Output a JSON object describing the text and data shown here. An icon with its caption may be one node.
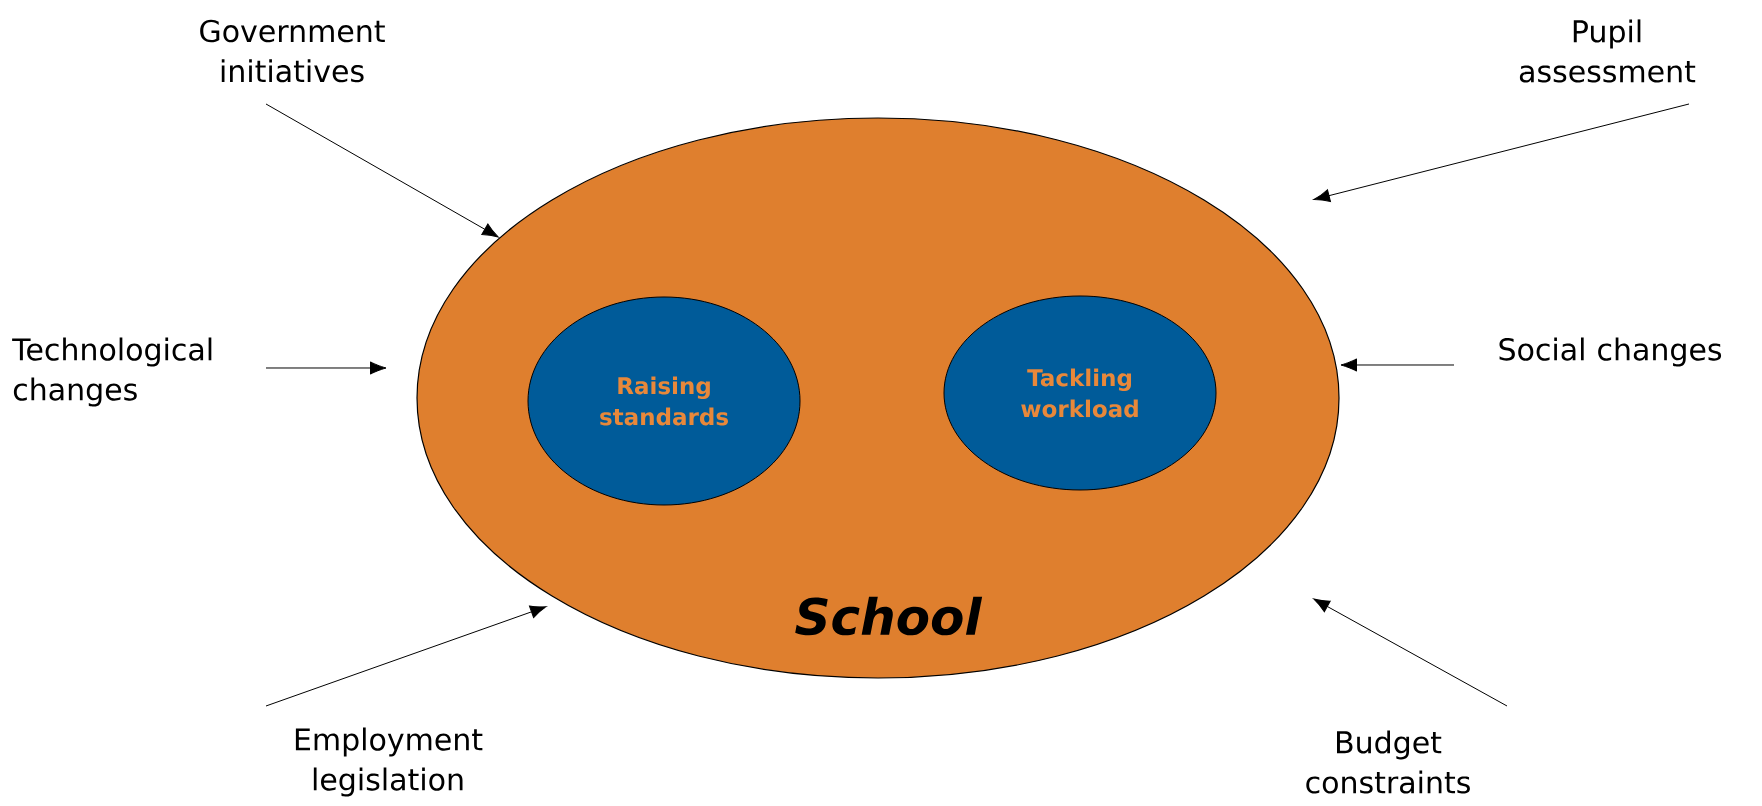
{
  "diagram": {
    "nodes": [
      {
        "text": [
          "School"
        ]
      },
      {
        "text": [
          "Raising standards"
        ],
        "in": 0
      },
      {
        "text": [
          "Tackling workload"
        ],
        "in": 0
      },
      {
        "text": [
          "Government initiatives"
        ]
      },
      {
        "text": [
          "Pupil assessment"
        ]
      },
      {
        "text": [
          "Technological changes"
        ]
      },
      {
        "text": [
          "Social changes"
        ]
      },
      {
        "text": [
          "Employment legislation"
        ]
      },
      {
        "text": [
          "Budget constraints"
        ]
      }
    ],
    "edges": [
      {
        "from": 3,
        "to": 0,
        "arrow": "to"
      },
      {
        "from": 4,
        "to": 0,
        "arrow": "to"
      },
      {
        "from": 5,
        "to": 0,
        "arrow": "to"
      },
      {
        "from": 6,
        "to": 0,
        "arrow": "to"
      },
      {
        "from": 7,
        "to": 0,
        "arrow": "to"
      },
      {
        "from": 8,
        "to": 0,
        "arrow": "to"
      }
    ]
  }
}
